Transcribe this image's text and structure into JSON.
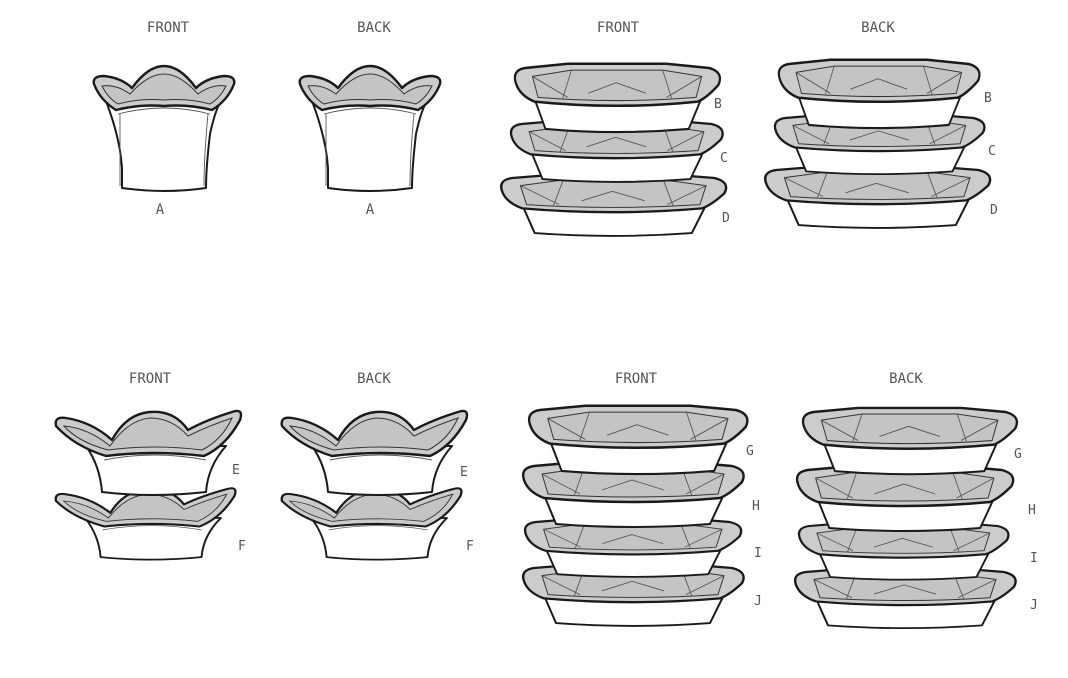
{
  "views": {
    "a_front": "FRONT",
    "a_back": "BACK",
    "bcd_front": "FRONT",
    "bcd_back": "BACK",
    "ef_front": "FRONT",
    "ef_back": "BACK",
    "gj_front": "FRONT",
    "gj_back": "BACK"
  },
  "labels": {
    "a": "A",
    "b": "B",
    "c": "C",
    "d": "D",
    "e": "E",
    "f": "F",
    "g": "G",
    "h": "H",
    "i": "I",
    "j": "J"
  },
  "colors": {
    "rim_fill": "#cccccc",
    "outline": "#1a1a1a",
    "label_text": "#555555"
  }
}
